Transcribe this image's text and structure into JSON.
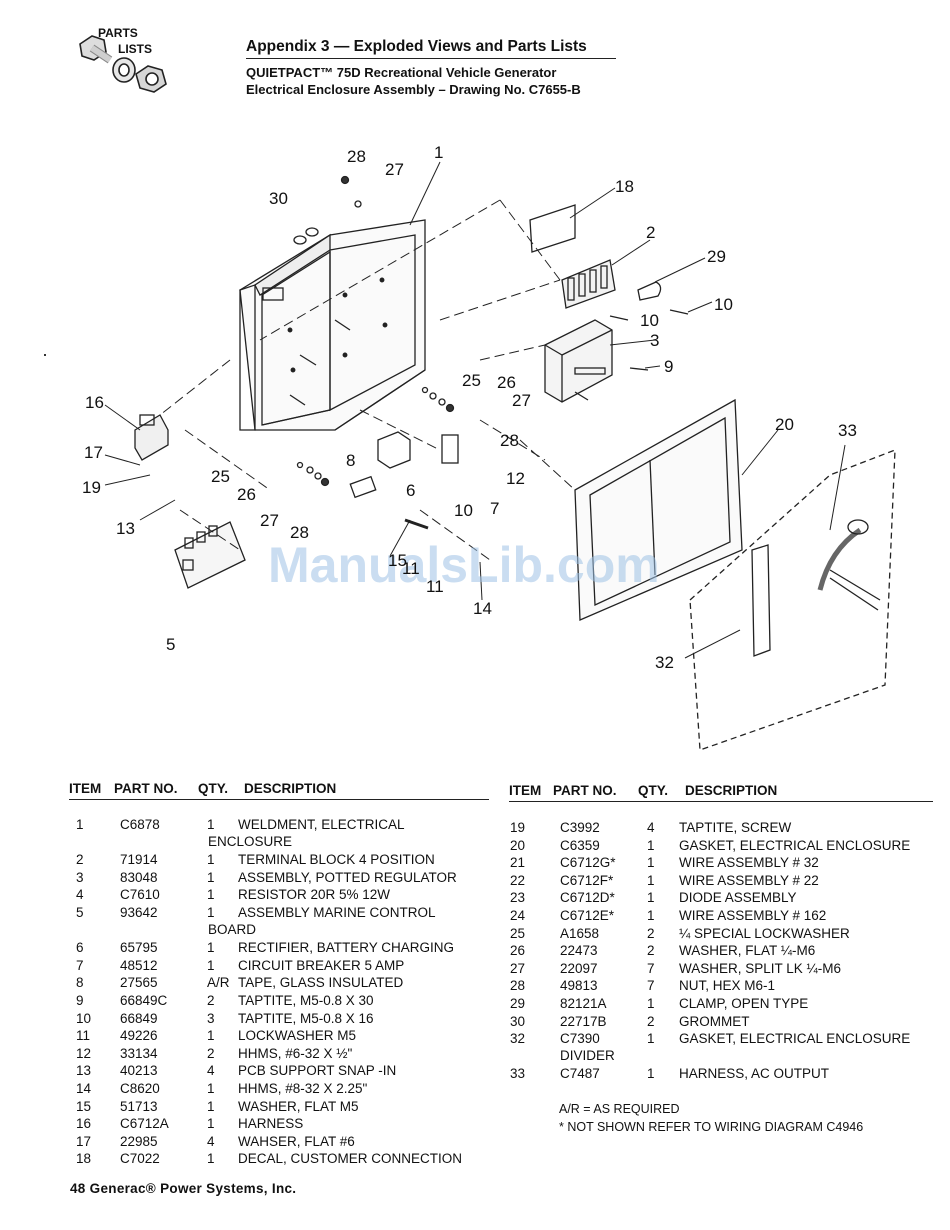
{
  "logo": {
    "line1": "PARTS",
    "line2": "LISTS"
  },
  "header": {
    "title": "Appendix 3 — Exploded Views and Parts Lists",
    "subtitle1": "QUIETPACT™ 75D Recreational Vehicle Generator",
    "subtitle2": "Electrical Enclosure Assembly – Drawing No. C7655-B"
  },
  "diagram": {
    "watermark": "ManualsLib.com",
    "callouts": [
      "1",
      "2",
      "3",
      "5",
      "6",
      "7",
      "8",
      "9",
      "10",
      "10",
      "10",
      "11",
      "12",
      "13",
      "14",
      "16",
      "17",
      "18",
      "19",
      "20",
      "25",
      "25",
      "26",
      "26",
      "27",
      "27",
      "27",
      "28",
      "28",
      "28",
      "29",
      "30",
      "32",
      "33",
      "11",
      "15"
    ]
  },
  "table_left": {
    "headers": [
      "ITEM",
      "PART NO.",
      "QTY.",
      "DESCRIPTION"
    ],
    "rows": [
      {
        "item": "1",
        "part": "C6878",
        "qty": "1",
        "desc": "WELDMENT, ELECTRICAL",
        "cont": "ENCLOSURE"
      },
      {
        "item": "2",
        "part": "71914",
        "qty": "1",
        "desc": "TERMINAL BLOCK 4 POSITION"
      },
      {
        "item": "3",
        "part": "83048",
        "qty": "1",
        "desc": "ASSEMBLY, POTTED REGULATOR"
      },
      {
        "item": "4",
        "part": "C7610",
        "qty": "1",
        "desc": "RESISTOR 20R 5% 12W"
      },
      {
        "item": "5",
        "part": "93642",
        "qty": "1",
        "desc": "ASSEMBLY MARINE CONTROL",
        "cont": "BOARD"
      },
      {
        "item": "6",
        "part": "65795",
        "qty": "1",
        "desc": "RECTIFIER, BATTERY CHARGING"
      },
      {
        "item": "7",
        "part": "48512",
        "qty": "1",
        "desc": "CIRCUIT BREAKER 5 AMP"
      },
      {
        "item": "8",
        "part": "27565",
        "qty": "A/R",
        "desc": "TAPE, GLASS INSULATED"
      },
      {
        "item": "9",
        "part": "66849C",
        "qty": "2",
        "desc": "TAPTITE, M5-0.8 X 30"
      },
      {
        "item": "10",
        "part": "66849",
        "qty": "3",
        "desc": "TAPTITE, M5-0.8 X 16"
      },
      {
        "item": "11",
        "part": "49226",
        "qty": "1",
        "desc": "LOCKWASHER M5"
      },
      {
        "item": "12",
        "part": "33134",
        "qty": "2",
        "desc": "HHMS, #6-32 X ½\""
      },
      {
        "item": "13",
        "part": "40213",
        "qty": "4",
        "desc": "PCB SUPPORT SNAP -IN"
      },
      {
        "item": "14",
        "part": "C8620",
        "qty": "1",
        "desc": "HHMS, #8-32 X 2.25\""
      },
      {
        "item": "15",
        "part": "51713",
        "qty": "1",
        "desc": "WASHER, FLAT M5"
      },
      {
        "item": "16",
        "part": "C6712A",
        "qty": "1",
        "desc": "HARNESS"
      },
      {
        "item": "17",
        "part": "22985",
        "qty": "4",
        "desc": "WAHSER, FLAT #6"
      },
      {
        "item": "18",
        "part": "C7022",
        "qty": "1",
        "desc": "DECAL, CUSTOMER CONNECTION"
      }
    ]
  },
  "table_right": {
    "headers": [
      "ITEM",
      "PART NO.",
      "QTY.",
      "DESCRIPTION"
    ],
    "rows": [
      {
        "item": "19",
        "part": "C3992",
        "qty": "4",
        "desc": "TAPTITE, SCREW"
      },
      {
        "item": "20",
        "part": "C6359",
        "qty": "1",
        "desc": "GASKET, ELECTRICAL ENCLOSURE"
      },
      {
        "item": "21",
        "part": "C6712G*",
        "qty": "1",
        "desc": "WIRE ASSEMBLY # 32"
      },
      {
        "item": "22",
        "part": "C6712F*",
        "qty": "1",
        "desc": "WIRE ASSEMBLY # 22"
      },
      {
        "item": "23",
        "part": "C6712D*",
        "qty": "1",
        "desc": "DIODE ASSEMBLY"
      },
      {
        "item": "24",
        "part": "C6712E*",
        "qty": "1",
        "desc": "WIRE ASSEMBLY # 162"
      },
      {
        "item": "25",
        "part": "A1658",
        "qty": "2",
        "desc": "¼ SPECIAL LOCKWASHER"
      },
      {
        "item": "26",
        "part": "22473",
        "qty": "2",
        "desc": "WASHER, FLAT ¼-M6"
      },
      {
        "item": "27",
        "part": "22097",
        "qty": "7",
        "desc": "WASHER, SPLIT LK ¼-M6"
      },
      {
        "item": "28",
        "part": "49813",
        "qty": "7",
        "desc": "NUT, HEX M6-1"
      },
      {
        "item": "29",
        "part": "82121A",
        "qty": "1",
        "desc": "CLAMP, OPEN TYPE"
      },
      {
        "item": "30",
        "part": "22717B",
        "qty": "2",
        "desc": "GROMMET"
      },
      {
        "item": "32",
        "part": "C7390",
        "qty": "1",
        "desc": "GASKET, ELECTRICAL ENCLOSURE",
        "cont": "DIVIDER"
      },
      {
        "item": "33",
        "part": "C7487",
        "qty": "1",
        "desc": "HARNESS, AC OUTPUT"
      }
    ],
    "notes": [
      "A/R  =  AS REQUIRED",
      "* NOT SHOWN REFER TO WIRING DIAGRAM C4946"
    ]
  },
  "footer": {
    "text": "48  Generac® Power Systems, Inc."
  }
}
